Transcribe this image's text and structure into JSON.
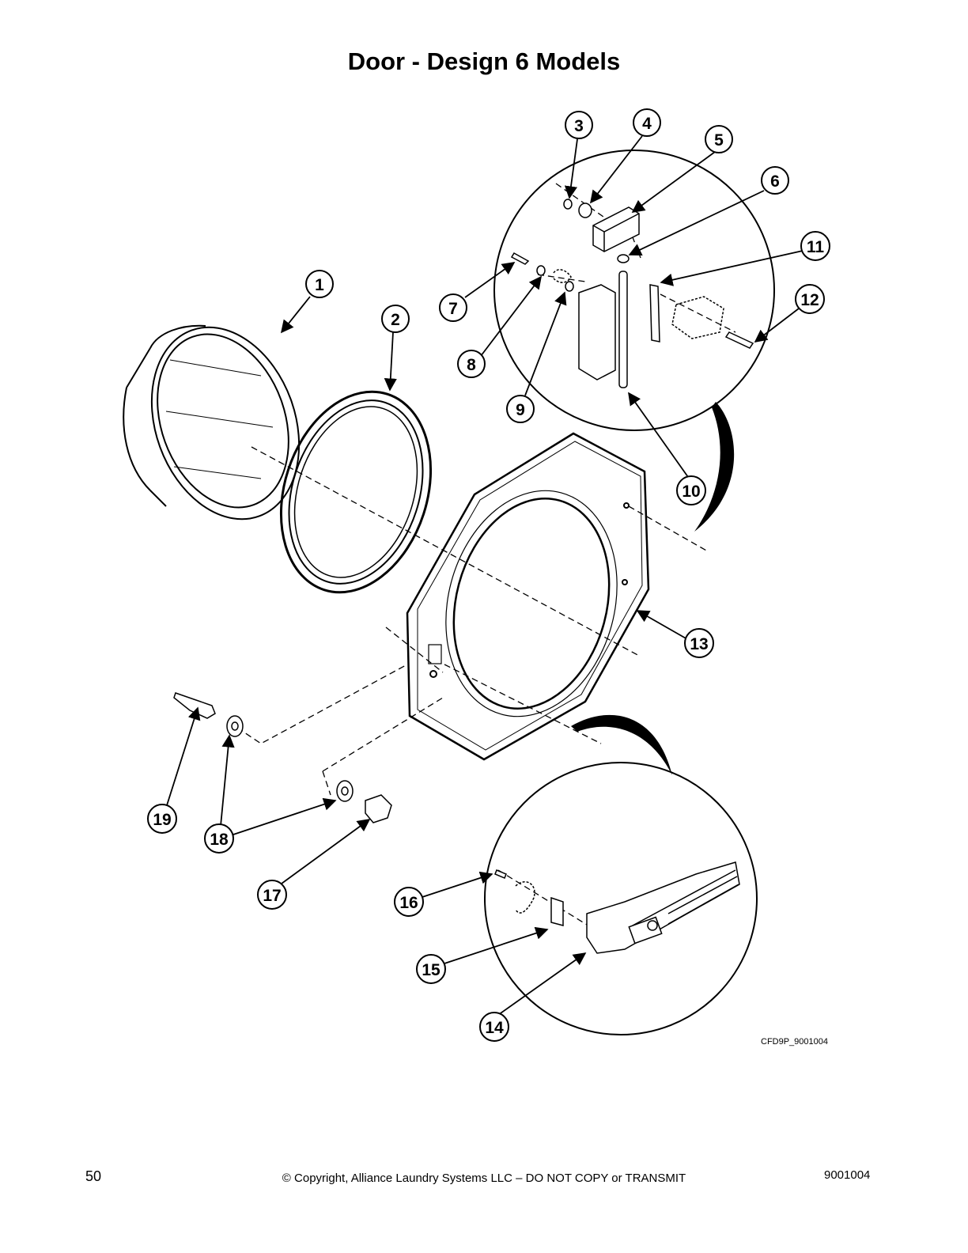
{
  "title": "Door - Design 6 Models",
  "figure_code": "CFD9P_9001004",
  "footer": {
    "page_number": "50",
    "copyright": "© Copyright, Alliance Laundry Systems LLC – DO NOT COPY or TRANSMIT",
    "doc_number": "9001004"
  },
  "callouts": [
    "1",
    "2",
    "3",
    "4",
    "5",
    "6",
    "7",
    "8",
    "9",
    "10",
    "11",
    "12",
    "13",
    "14",
    "15",
    "16",
    "17",
    "18",
    "19"
  ]
}
